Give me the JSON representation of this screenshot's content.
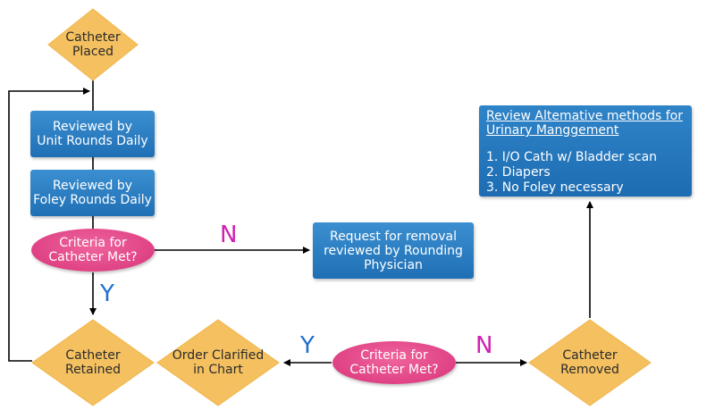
{
  "nodes": {
    "catheter_placed": "Catheter\nPlaced",
    "unit_rounds": "Reviewed by\nUnit Rounds Daily",
    "foley_rounds": "Reviewed by\nFoley Rounds Daily",
    "criteria_1": "Criteria for\nCatheter Met?",
    "request_removal": "Request for removal\nreviewed by Rounding\nPhysician",
    "catheter_retained": "Catheter\nRetained",
    "order_clarified": "Order Clarified\nin Chart",
    "criteria_2": "Criteria for\nCatheter Met?",
    "catheter_removed": "Catheter\nRemoved"
  },
  "alternatives": {
    "title": "Review Altemative methods for Urinary Manggement",
    "items": [
      "1. I/O Cath w/ Bladder scan",
      "2. Diapers",
      "3. No Foley necessary"
    ]
  },
  "edge_labels": {
    "no_1": "N",
    "yes_1": "Y",
    "yes_2": "Y",
    "no_2": "N"
  },
  "colors": {
    "diamond": "#f5c060",
    "box": "#1f6fb5",
    "oval": "#e2457f",
    "yes": "#1f6fd0",
    "no": "#d020b0",
    "line": "#000000"
  }
}
